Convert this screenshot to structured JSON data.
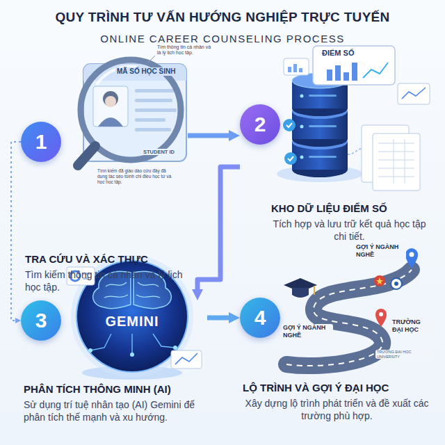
{
  "diagram": {
    "title": "QUY TRÌNH TƯ VẤN HƯỚNG NGHIỆP TRỰC TUYẾN",
    "nodes": [
      {
        "text": [
          "1",
          "TRA CỨU VÀ XÁC THỰC",
          "Tìm kiếm thông tin cá nhân và lý lịch học tập."
        ]
      },
      {
        "text": [
          "2",
          "KHO DỮ LIỆU ĐIỂM SỐ",
          "Tích hợp và lưu trữ kết quả học tập chi tiết."
        ]
      },
      {
        "text": [
          "3",
          "PHÂN TÍCH THÔNG MINH (AI)",
          "Sử dụng trí tuệ nhân tạo (AI) Gemini để phân tích thế mạnh và xu hướng."
        ]
      },
      {
        "text": [
          "4",
          "LỘ TRÌNH VÀ GỢI Ý ĐẠI HỌC",
          "Xây dựng lộ trình phát triển và đề xuất các trường phù hợp."
        ]
      }
    ],
    "edges": [
      {
        "from": 0,
        "to": 1,
        "arrow": "to"
      },
      {
        "from": 1,
        "to": 2,
        "arrow": "to"
      },
      {
        "from": 2,
        "to": 3,
        "arrow": "to"
      },
      {
        "from": 0,
        "to": 2,
        "arrow": "to"
      }
    ],
    "labels": [
      "ONLINE CAREER COUNSELING PROCESS",
      "MÃ SỐ HỌC SINH",
      "Tìm thông tin cá nhân và là lý lịch học tập.",
      "STUDENT ID",
      "Tìnn kiếm đã giáo dào cứu đây đã dụng tác sèo tòinh chi điều học tứ và học học tập.",
      "ĐIỂM SỐ",
      "GEMINI",
      "GỢI Ý NGÀNH NGHỀ",
      "GỢI Ý NGÀNH NGHỀ",
      "TRƯỜNG ĐẠI HỌC",
      "TRƯỜNG ĐẠI HỌC UNIVERSITY"
    ]
  }
}
